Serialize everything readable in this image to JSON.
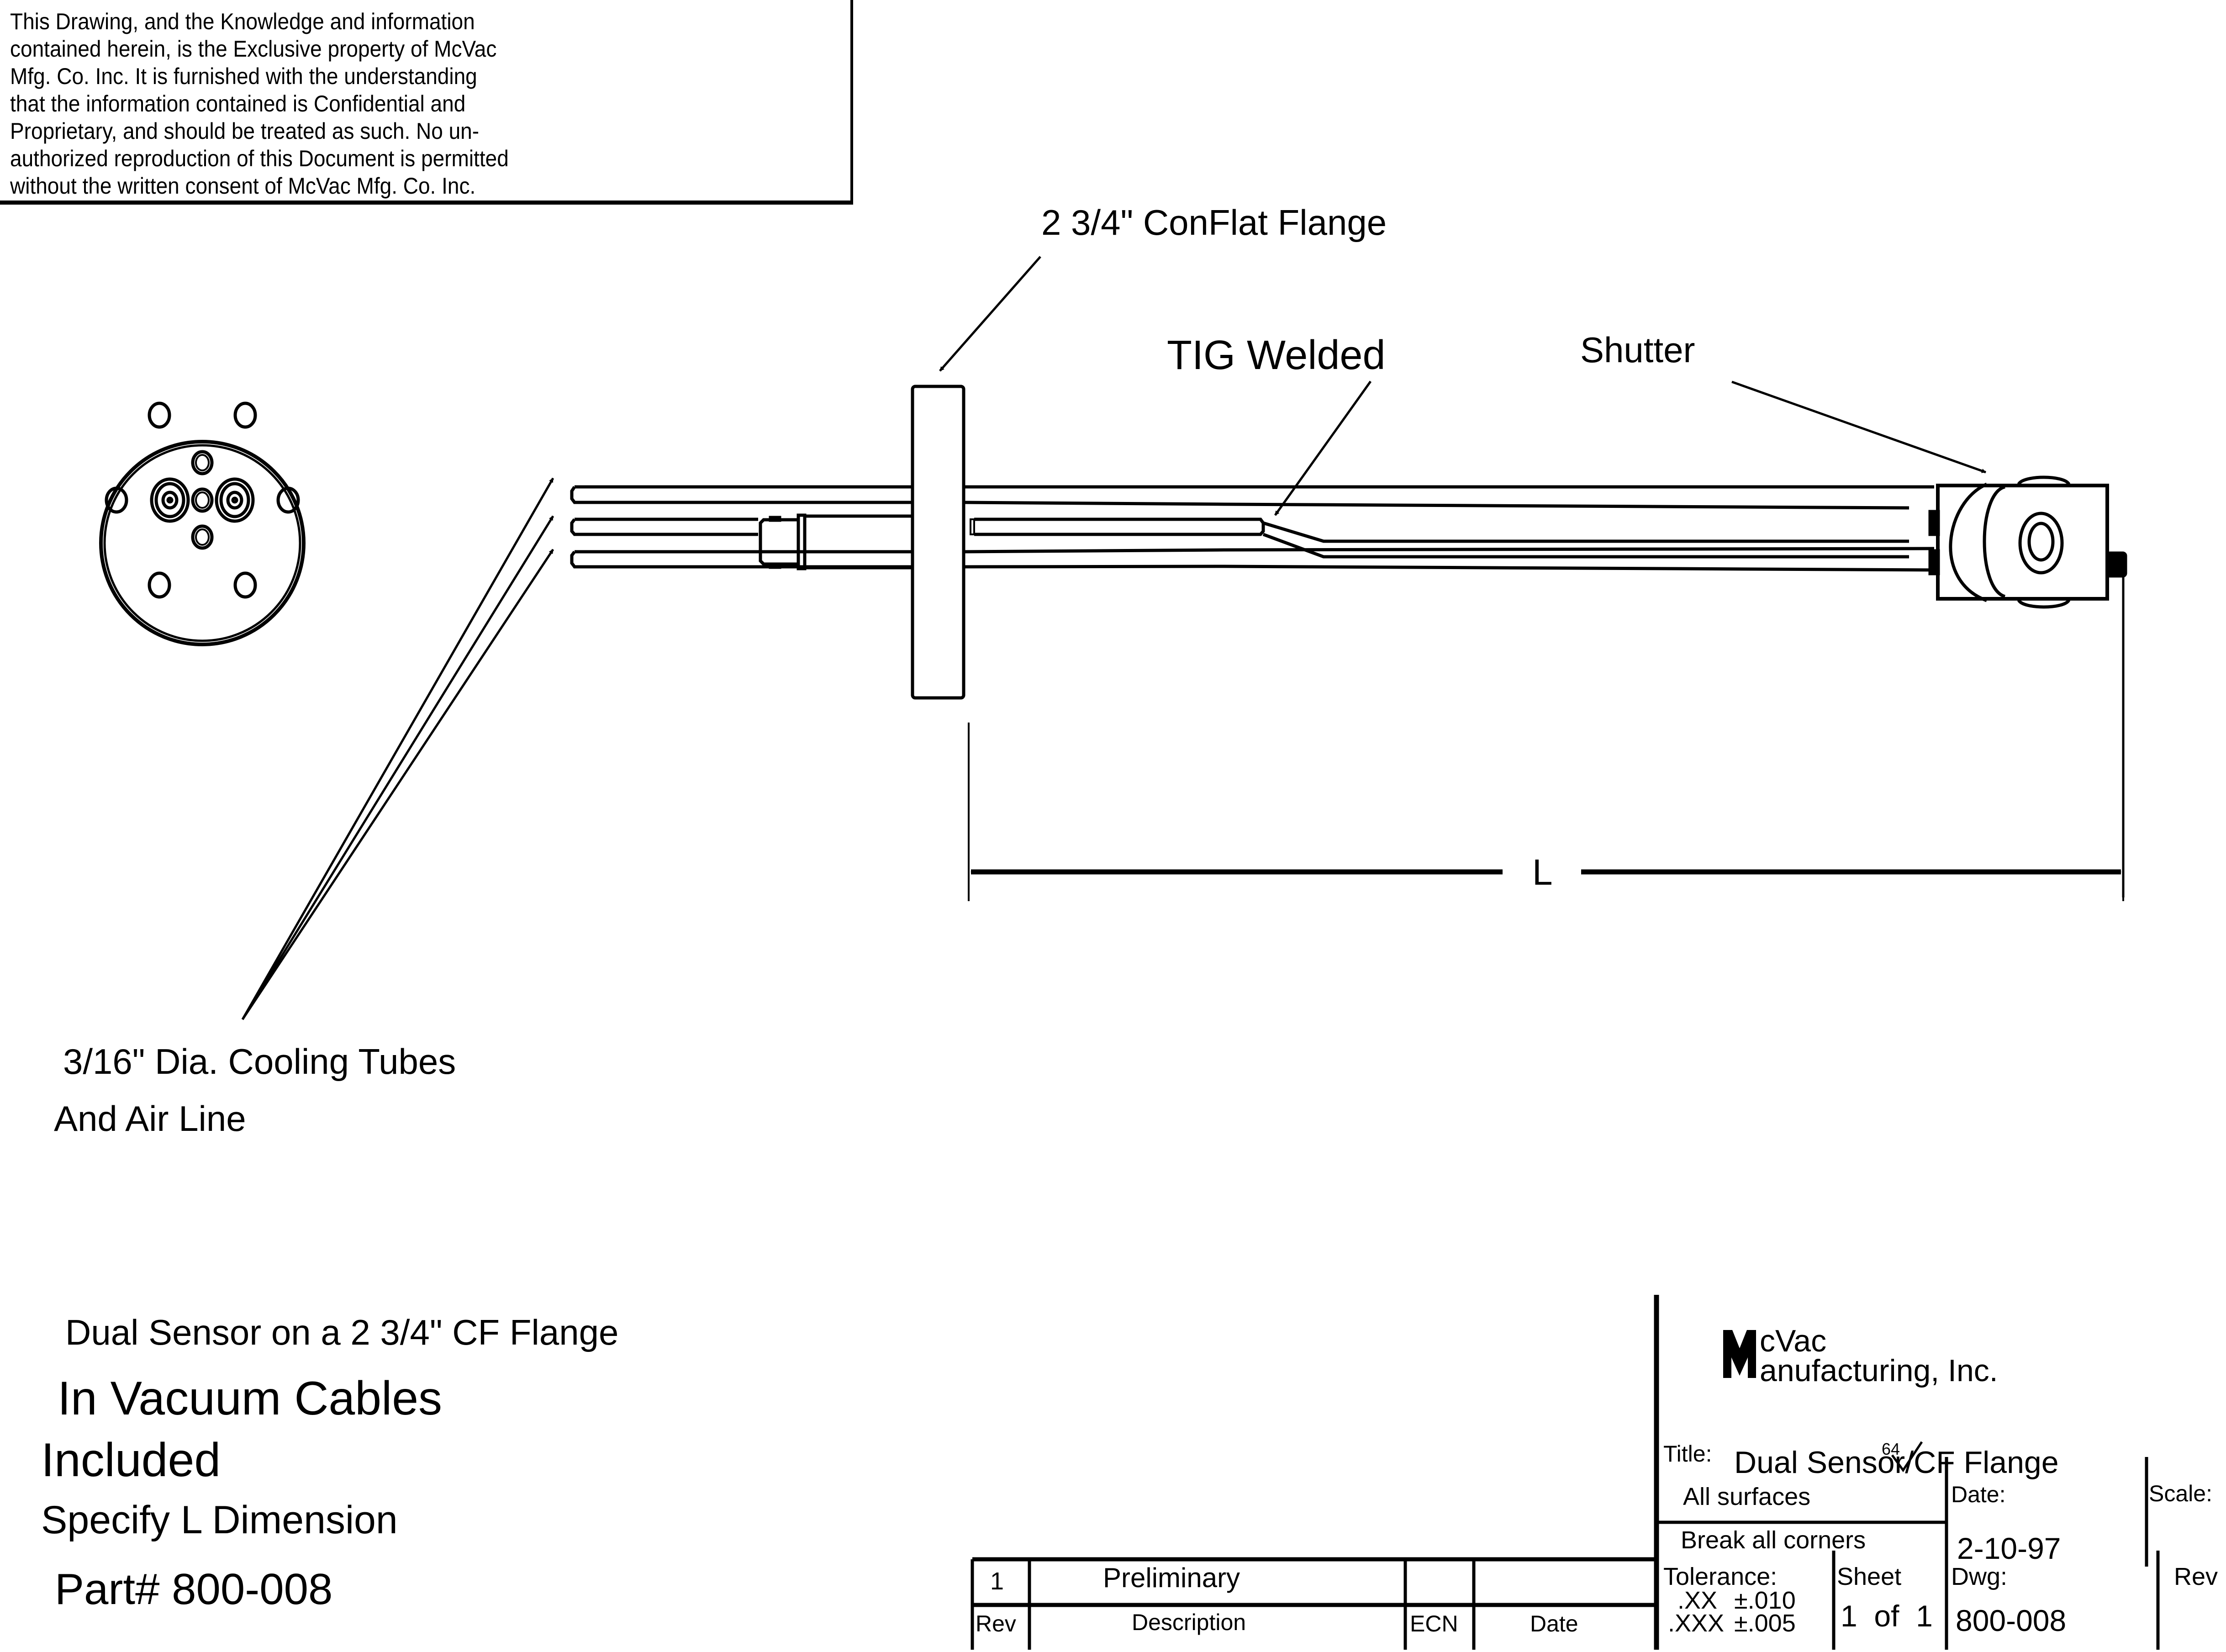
{
  "notice": {
    "lines": [
      "This Drawing, and the Knowledge and information",
      "contained herein, is the Exclusive property of McVac",
      "Mfg. Co. Inc. It is furnished with the understanding",
      "that the information contained is Confidential and",
      "Proprietary, and should be treated as such. No un-",
      "authorized reproduction of this Document is permitted",
      "without the written consent of McVac Mfg. Co. Inc."
    ]
  },
  "callouts": {
    "flange": "2 3/4\" ConFlat Flange",
    "tig": "TIG Welded",
    "shutter": "Shutter",
    "tubes_line1": "3/16\" Dia. Cooling Tubes",
    "tubes_line2": "And Air Line",
    "dimension": "L"
  },
  "notes": {
    "line1": "Dual Sensor on a 2 3/4\" CF Flange",
    "line2": "In Vacuum Cables",
    "line3": "Included",
    "line4": "Specify L Dimension",
    "line5": "Part# 800-008"
  },
  "revision_table": {
    "headers": [
      "Rev",
      "Description",
      "ECN",
      "Date"
    ],
    "rows": [
      {
        "rev": "1",
        "description": "Preliminary",
        "ecn": "",
        "date": ""
      }
    ]
  },
  "title_block": {
    "company_line1": "cVac",
    "company_line2": "anufacturing, Inc.",
    "logo_letter": "M",
    "title_label": "Title:",
    "title_value": "Dual Sensor/CF Flange",
    "surfaces_label": "All surfaces",
    "surface_finish": "64",
    "break_corners": "Break all corners",
    "date_label": "Date:",
    "date_value": "2-10-97",
    "scale_label": "Scale:",
    "scale_value": "",
    "tolerance_label": "Tolerance:",
    "tol_xx_label": ".XX",
    "tol_xx_value": "±.010",
    "tol_xxx_label": ".XXX",
    "tol_xxx_value": "±.005",
    "sheet_label": "Sheet",
    "sheet_value": "1  of  1",
    "dwg_label": "Dwg:",
    "dwg_value": "800-008",
    "rev_label": "Rev",
    "rev_value": ""
  }
}
